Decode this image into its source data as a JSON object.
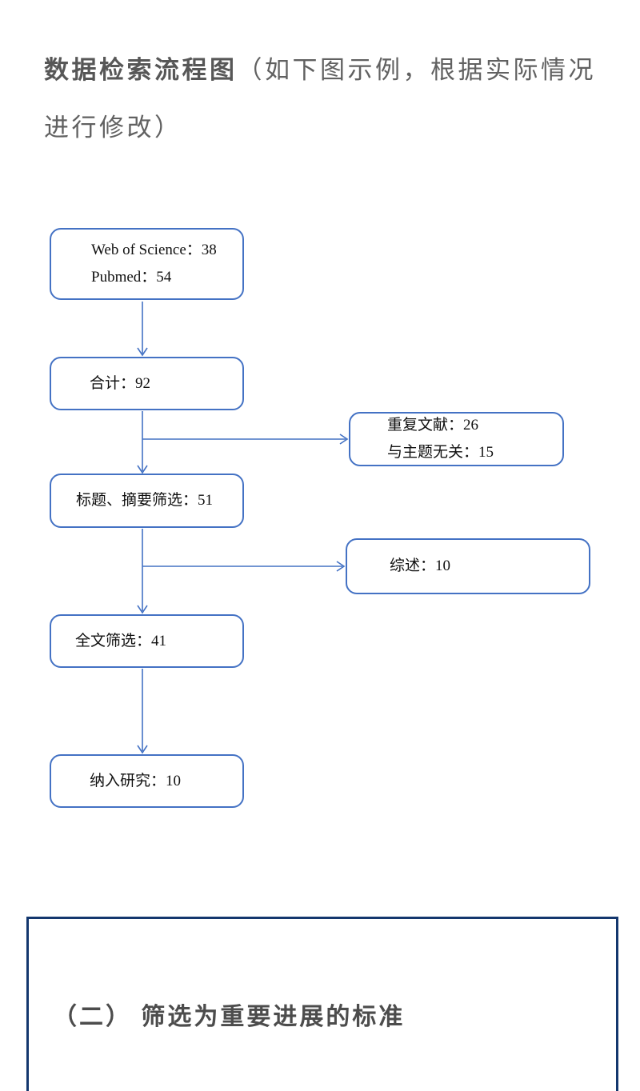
{
  "document": {
    "title": {
      "bold": "数据检索流程图",
      "rest": "（如下图示例，根据实际情况进行修改）"
    },
    "section_heading": "（二） 筛选为重要进展的标准"
  },
  "flowchart": {
    "nodes": [
      {
        "id": "sources",
        "lines": [
          "Web of Science：38",
          "Pubmed：54"
        ]
      },
      {
        "id": "total",
        "lines": [
          "合计：92"
        ]
      },
      {
        "id": "excluded-duplicates",
        "lines": [
          "重复文献：26",
          "与主题无关：15"
        ]
      },
      {
        "id": "title-abstract-screen",
        "lines": [
          "标题、摘要筛选：51"
        ]
      },
      {
        "id": "excluded-reviews",
        "lines": [
          "综述：10"
        ]
      },
      {
        "id": "fulltext-screen",
        "lines": [
          "全文筛选：41"
        ]
      },
      {
        "id": "included-studies",
        "lines": [
          "纳入研究：10"
        ]
      }
    ],
    "edges": [
      {
        "from": "sources",
        "to": "total"
      },
      {
        "from": "total",
        "to": "title-abstract-screen"
      },
      {
        "from": "total",
        "to": "excluded-duplicates",
        "branch": "right"
      },
      {
        "from": "title-abstract-screen",
        "to": "fulltext-screen"
      },
      {
        "from": "title-abstract-screen",
        "to": "excluded-reviews",
        "branch": "right"
      },
      {
        "from": "fulltext-screen",
        "to": "included-studies"
      }
    ],
    "colors": {
      "node_border": "#4472C4",
      "arrow": "#4472C4",
      "section_border": "#14376E",
      "title_text": "#5d5d5d",
      "heading_text": "#4c4c4c",
      "node_text": "#111111"
    }
  }
}
